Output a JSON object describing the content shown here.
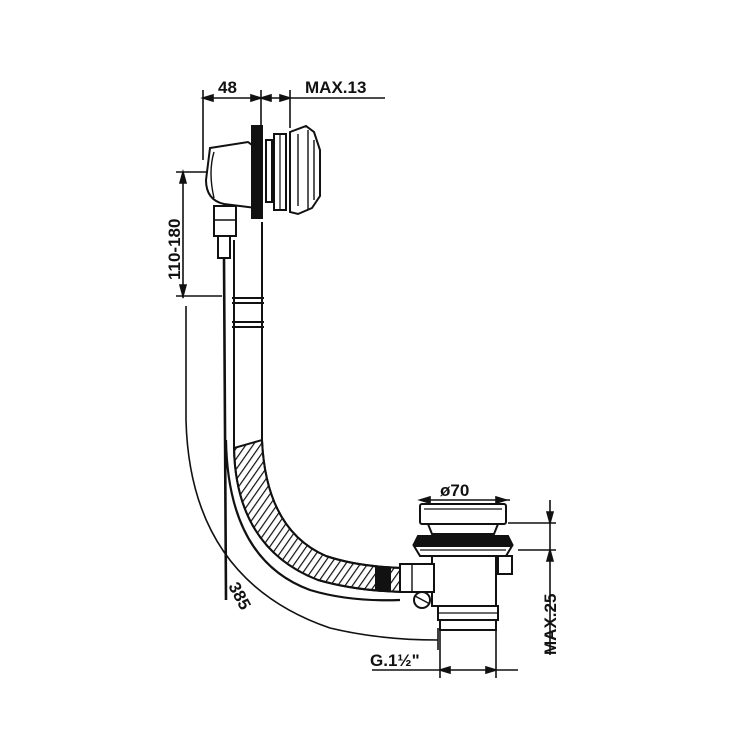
{
  "colors": {
    "ink": "#111111",
    "background": "#ffffff"
  },
  "dimensions": {
    "width_48": "48",
    "max_13": "MAX.13",
    "height_range": "110-180",
    "overflow_length": "385",
    "drain_diameter": "ø70",
    "max_25": "MAX.25",
    "thread": "G.1½\""
  }
}
